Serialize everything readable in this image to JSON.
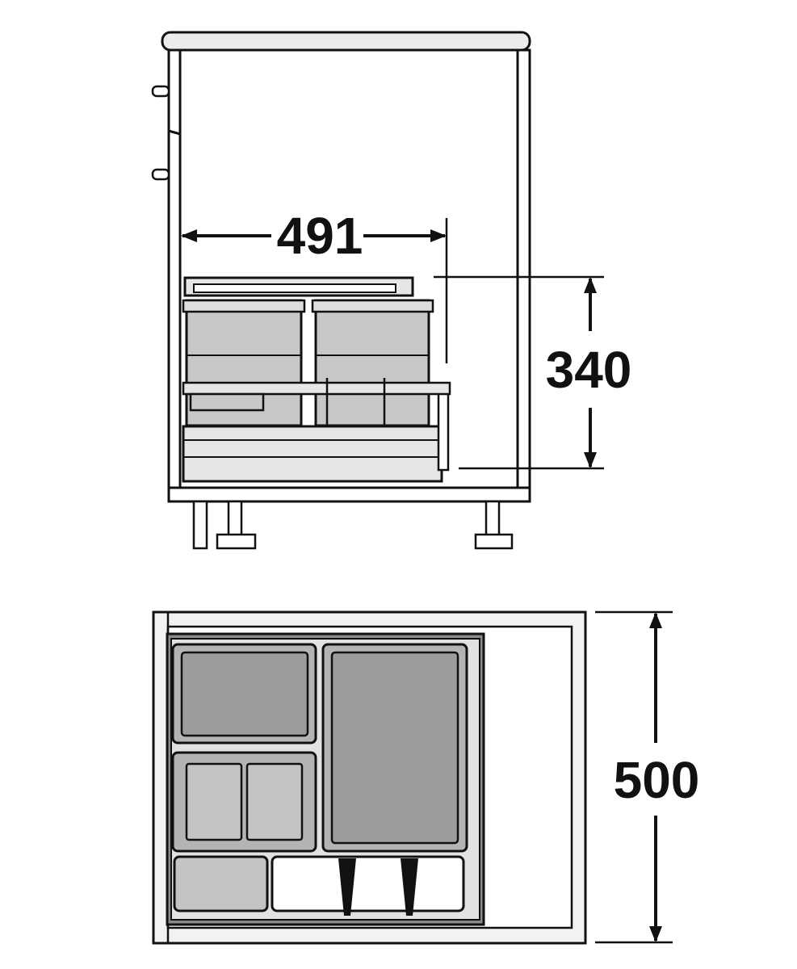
{
  "diagram": {
    "side_view": {
      "width_dimension": "491",
      "height_dimension": "340"
    },
    "top_view": {
      "depth_dimension": "500"
    }
  },
  "colors": {
    "outline": "#111111",
    "cabinet_fill": "#ffffff",
    "panel_fill": "#e6e6e6",
    "bin_light": "#c8c8c8",
    "bin_medium": "#9c9c9c",
    "tray_fill": "#6a6a6a",
    "frame_dark": "#8a8a8a"
  }
}
